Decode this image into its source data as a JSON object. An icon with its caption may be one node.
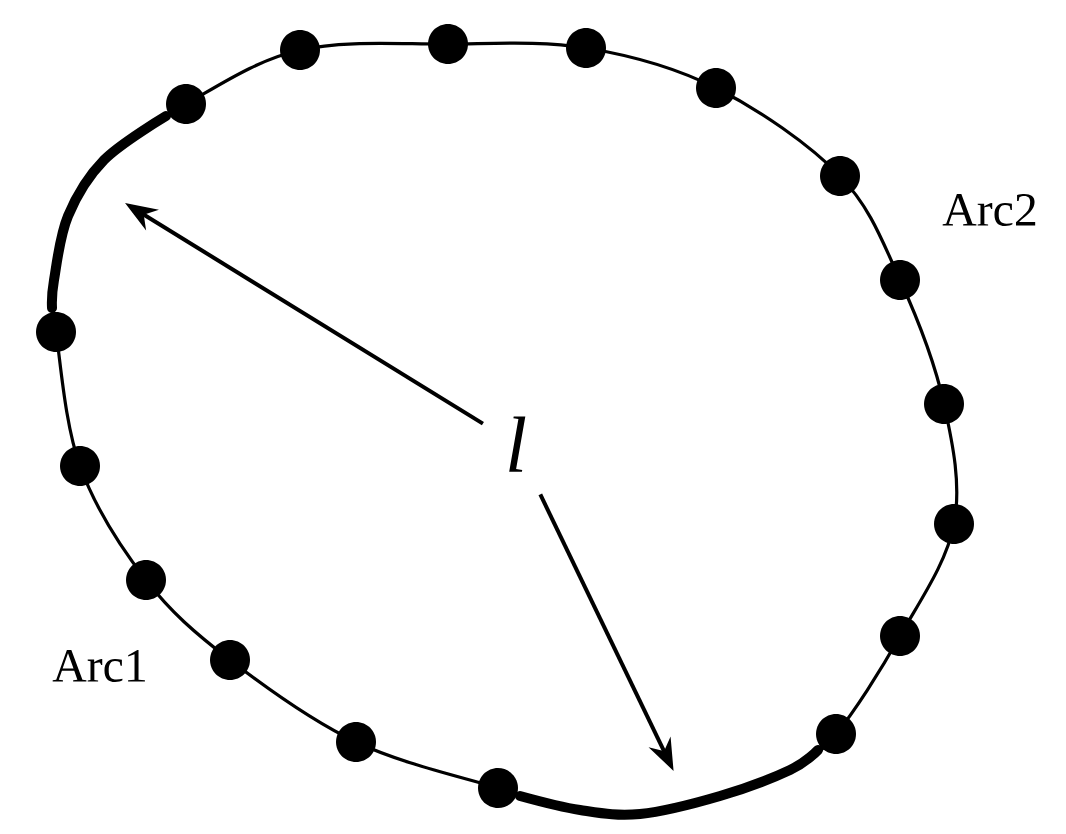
{
  "diagram": {
    "nodes": [
      {
        "text": [
          "l"
        ]
      },
      {
        "text": [],
        "shape": "arc"
      },
      {
        "text": [],
        "shape": "arc"
      }
    ],
    "edges": [
      {
        "from": 0,
        "to": 1,
        "arrow": "to"
      },
      {
        "from": 0,
        "to": 2,
        "arrow": "to"
      }
    ],
    "labels": [
      "Arc2",
      "Arc1"
    ]
  }
}
